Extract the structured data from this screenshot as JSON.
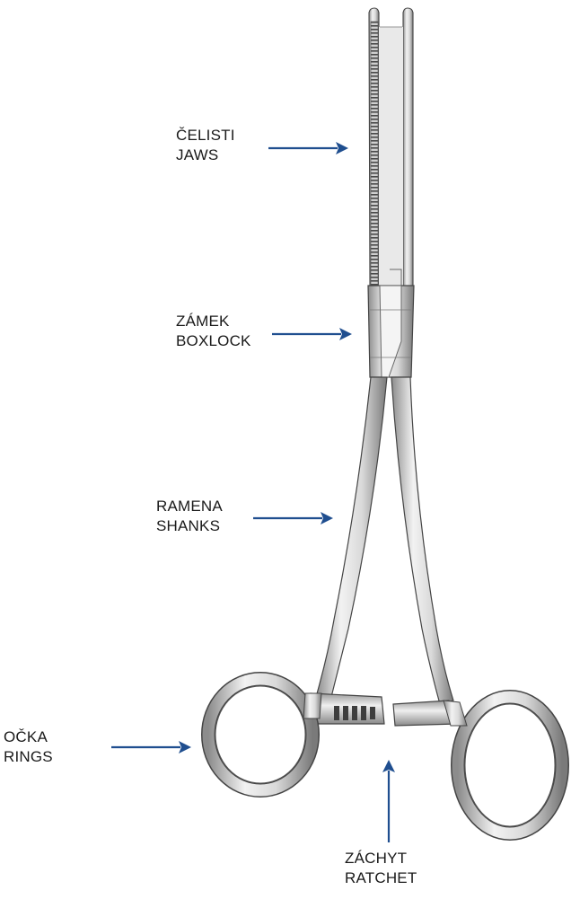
{
  "colors": {
    "arrow": "#1f4e8f",
    "label_text": "#1a1a1a",
    "instrument_light": "#e6e6e6",
    "instrument_mid": "#b3b3b3",
    "instrument_dark": "#555555",
    "background": "#ffffff"
  },
  "labels": {
    "jaws": {
      "cz": "ČELISTI",
      "en": "JAWS"
    },
    "boxlock": {
      "cz": "ZÁMEK",
      "en": "BOXLOCK"
    },
    "shanks": {
      "cz": "RAMENA",
      "en": "SHANKS"
    },
    "rings": {
      "cz": "OČKA",
      "en": "RINGS"
    },
    "ratchet": {
      "cz": "ZÁCHYT",
      "en": "RATCHET"
    }
  }
}
